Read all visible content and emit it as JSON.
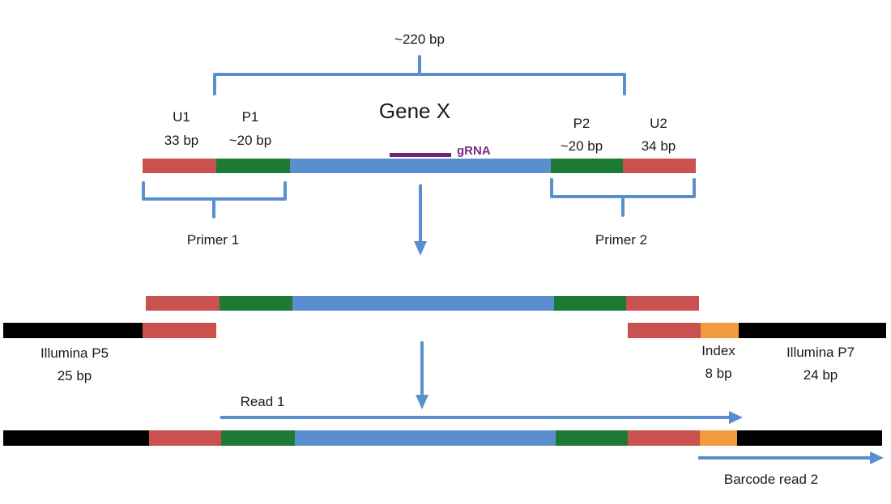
{
  "colors": {
    "adapter_u": "#c9524f",
    "primer_p": "#1d7a34",
    "gene": "#5b8ecf",
    "illumina": "#000000",
    "index": "#f39a3c",
    "grna": "#6d2478",
    "arrow": "#5b8ecf"
  },
  "amplicon_size": "~220 bp",
  "gene_label": "Gene X",
  "grna_label": "gRNA",
  "u1": {
    "name": "U1",
    "size": "33 bp"
  },
  "p1": {
    "name": "P1",
    "size": "~20 bp"
  },
  "p2": {
    "name": "P2",
    "size": "~20 bp"
  },
  "u2": {
    "name": "U2",
    "size": "34 bp"
  },
  "primer1_label": "Primer 1",
  "primer2_label": "Primer 2",
  "illumina_p5": {
    "name": "Illumina P5",
    "size": "25 bp"
  },
  "index": {
    "name": "Index",
    "size": "8 bp"
  },
  "illumina_p7": {
    "name": "Illumina P7",
    "size": "24 bp"
  },
  "read1_label": "Read 1",
  "barcode_read2_label": "Barcode read 2"
}
